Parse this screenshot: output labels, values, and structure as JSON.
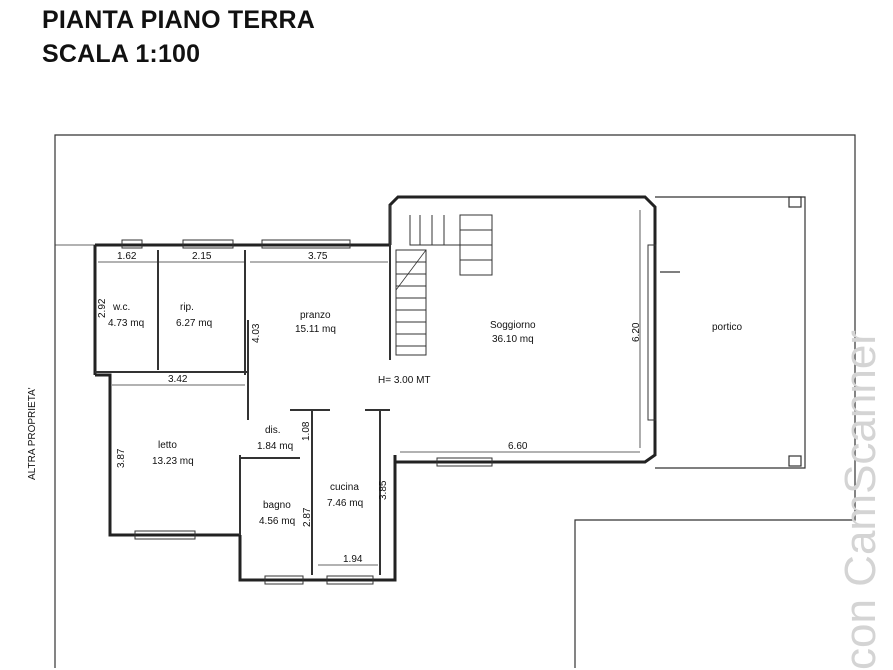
{
  "header": {
    "line1": "PIANTA PIANO TERRA",
    "line2": "SCALA 1:100"
  },
  "side_label": "ALTRA PROPRIETA'",
  "height_note": "H= 3.00 MT",
  "watermark": "con CamScanner",
  "rooms": {
    "wc": {
      "name": "w.c.",
      "area": "4.73 mq"
    },
    "rip": {
      "name": "rip.",
      "area": "6.27 mq"
    },
    "pranzo": {
      "name": "pranzo",
      "area": "15.11 mq"
    },
    "soggiorno": {
      "name": "Soggiorno",
      "area": "36.10 mq"
    },
    "portico": {
      "name": "portico"
    },
    "letto": {
      "name": "letto",
      "area": "13.23 mq"
    },
    "dis": {
      "name": "dis.",
      "area": "1.84 mq"
    },
    "cucina": {
      "name": "cucina",
      "area": "7.46 mq"
    },
    "bagno": {
      "name": "bagno",
      "area": "4.56 mq"
    }
  },
  "dimensions": {
    "wc_width": "1.62",
    "rip_width": "2.15",
    "pranzo_width": "3.75",
    "wc_depth": "2.92",
    "pranzo_depth": "4.03",
    "letto_width": "3.42",
    "letto_depth": "3.87",
    "dis_depth": "1.08",
    "soggiorno_width": "6.60",
    "soggiorno_depth": "6.20",
    "cucina_depth": "3.85",
    "bagno_depth": "2.87",
    "cucina_width": "1.94"
  },
  "colors": {
    "wall": "#222222",
    "line": "#333333",
    "watermark": "#d4d4d4"
  }
}
